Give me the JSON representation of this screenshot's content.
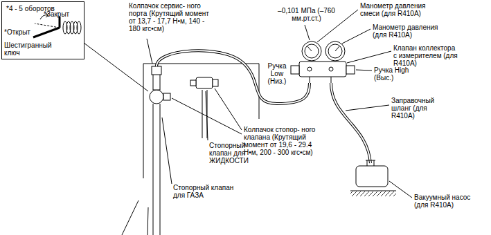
{
  "diagram": {
    "nodes": [
      {
        "text": [
          "*4 - 5 оборотов",
          "*Закрыт",
          "*Открыт",
          "Шестигранный ключ"
        ]
      }
    ],
    "labels": [
      "Колпачок сервис- ного порта (Крутящий момент от 13,7 - 17,7 Н•м, 140 - 180 кгс•см)",
      "–0,101 МПа (–760 мм.рт.ст.)",
      "Манометр давления смеси (для R410A)",
      "Манометр давления (для R410A)",
      "Клапан коллектора с измерителем (для R410A)",
      "Ручка Low (Низ.)",
      "Ручка High (Выс.)",
      "Заправочный шланг (для R410A)",
      "Колпачок стопор- ного клапана (Крутящий момент от 19,6 - 29.4 Н•м, 200 - 300 кгс•см)",
      "Стопорный клапан для ЖИДКОСТИ",
      "Вакуумный насос (для R410A)",
      "Стопорный клапан для ГАЗА"
    ]
  }
}
